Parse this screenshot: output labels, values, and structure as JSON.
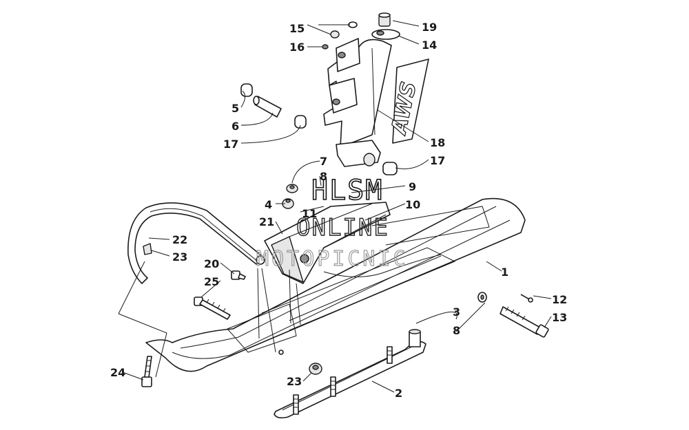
{
  "watermark": {
    "line1": "HLSM",
    "line2": "ONLINE",
    "line3": "MOTOPICNIC"
  },
  "decal_text": "AWS",
  "callouts": [
    {
      "id": "c1",
      "label": "1"
    },
    {
      "id": "c2",
      "label": "2"
    },
    {
      "id": "c3",
      "label": "3"
    },
    {
      "id": "c4",
      "label": "4"
    },
    {
      "id": "c5",
      "label": "5"
    },
    {
      "id": "c6",
      "label": "6"
    },
    {
      "id": "c7",
      "label": "7"
    },
    {
      "id": "c8a",
      "label": "8"
    },
    {
      "id": "c8b",
      "label": "8"
    },
    {
      "id": "c9",
      "label": "9"
    },
    {
      "id": "c10",
      "label": "10"
    },
    {
      "id": "c11",
      "label": "11"
    },
    {
      "id": "c12",
      "label": "12"
    },
    {
      "id": "c13",
      "label": "13"
    },
    {
      "id": "c14",
      "label": "14"
    },
    {
      "id": "c15",
      "label": "15"
    },
    {
      "id": "c16",
      "label": "16"
    },
    {
      "id": "c17a",
      "label": "17"
    },
    {
      "id": "c17b",
      "label": "17"
    },
    {
      "id": "c18",
      "label": "18"
    },
    {
      "id": "c19",
      "label": "19"
    },
    {
      "id": "c20",
      "label": "20"
    },
    {
      "id": "c21",
      "label": "21"
    },
    {
      "id": "c22",
      "label": "22"
    },
    {
      "id": "c23a",
      "label": "23"
    },
    {
      "id": "c23b",
      "label": "23"
    },
    {
      "id": "c24",
      "label": "24"
    },
    {
      "id": "c25",
      "label": "25"
    }
  ]
}
